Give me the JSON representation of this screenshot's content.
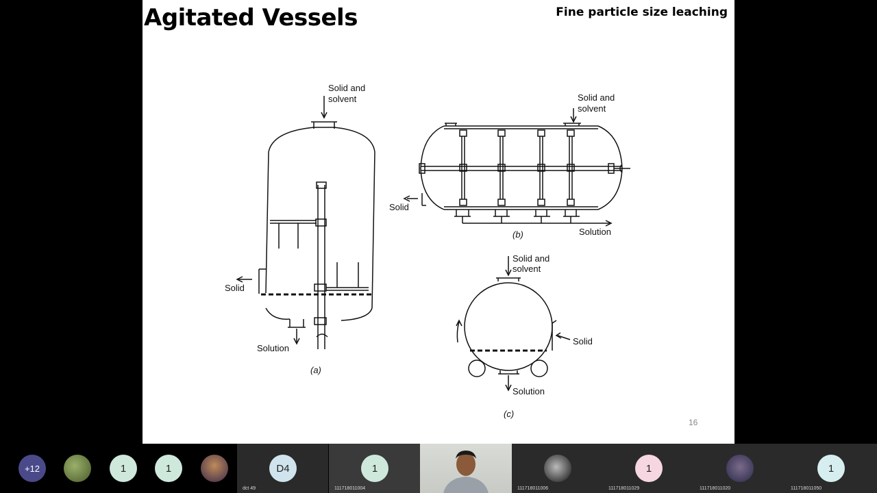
{
  "slide": {
    "title": "Agitated Vessels",
    "subtitle": "Fine particle size leaching",
    "page_number": "16"
  },
  "diagram": {
    "a": {
      "feed": [
        "Solid and",
        "solvent"
      ],
      "solid": "Solid",
      "solution": "Solution",
      "caption": "(a)"
    },
    "b": {
      "feed": [
        "Solid and",
        "solvent"
      ],
      "solid": "Solid",
      "solution": "Solution",
      "caption": "(b)"
    },
    "c": {
      "feed": [
        "Solid and",
        "solvent"
      ],
      "solid": "Solid",
      "solution": "Solution",
      "caption": "(c)"
    }
  },
  "participants": [
    {
      "avatar_text": "+12",
      "color": "#4a4a8a",
      "label": ""
    },
    {
      "avatar_text": "",
      "color": "#6b8a4a",
      "label": ""
    },
    {
      "avatar_text": "1",
      "color": "#cfe8dc",
      "label": ""
    },
    {
      "avatar_text": "1",
      "color": "#cfe8dc",
      "label": ""
    },
    {
      "avatar_text": "",
      "color": "#8a6a4a",
      "label": ""
    },
    {
      "avatar_text": "D4",
      "color": "#cfe4ec",
      "label": "dct 49"
    },
    {
      "avatar_text": "1",
      "color": "#cfe8dc",
      "label": "111718011004"
    },
    {
      "avatar_text": "",
      "color": "#c8cac5",
      "label": ""
    },
    {
      "avatar_text": "",
      "color": "#555",
      "label": "111718011006"
    },
    {
      "avatar_text": "1",
      "color": "#f6d6e0",
      "label": "111718011029"
    },
    {
      "avatar_text": "",
      "color": "#5a5a7a",
      "label": "111718011020"
    },
    {
      "avatar_text": "1",
      "color": "#d6eef0",
      "label": "111718011050"
    }
  ]
}
